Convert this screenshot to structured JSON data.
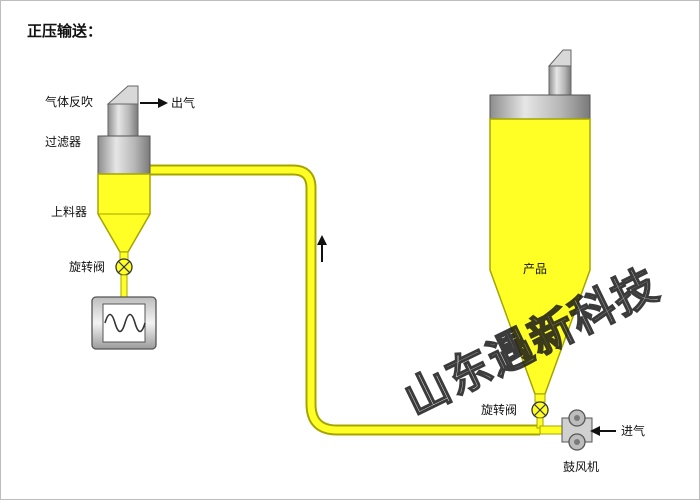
{
  "title": "正压输送：",
  "labels": {
    "backflush": "气体反吹",
    "exhaust": "出气",
    "filter": "过滤器",
    "hopper": "上料器",
    "rotary_valve_left": "旋转阀",
    "product": "产品",
    "rotary_valve_right": "旋转阀",
    "air_in": "进气",
    "blower": "鼓风机"
  },
  "watermark": "山东遇新科技",
  "colors": {
    "material": "#ffff26",
    "material_outline": "#bcbc00",
    "metal": "#b5b5b5",
    "outline": "#555555"
  }
}
